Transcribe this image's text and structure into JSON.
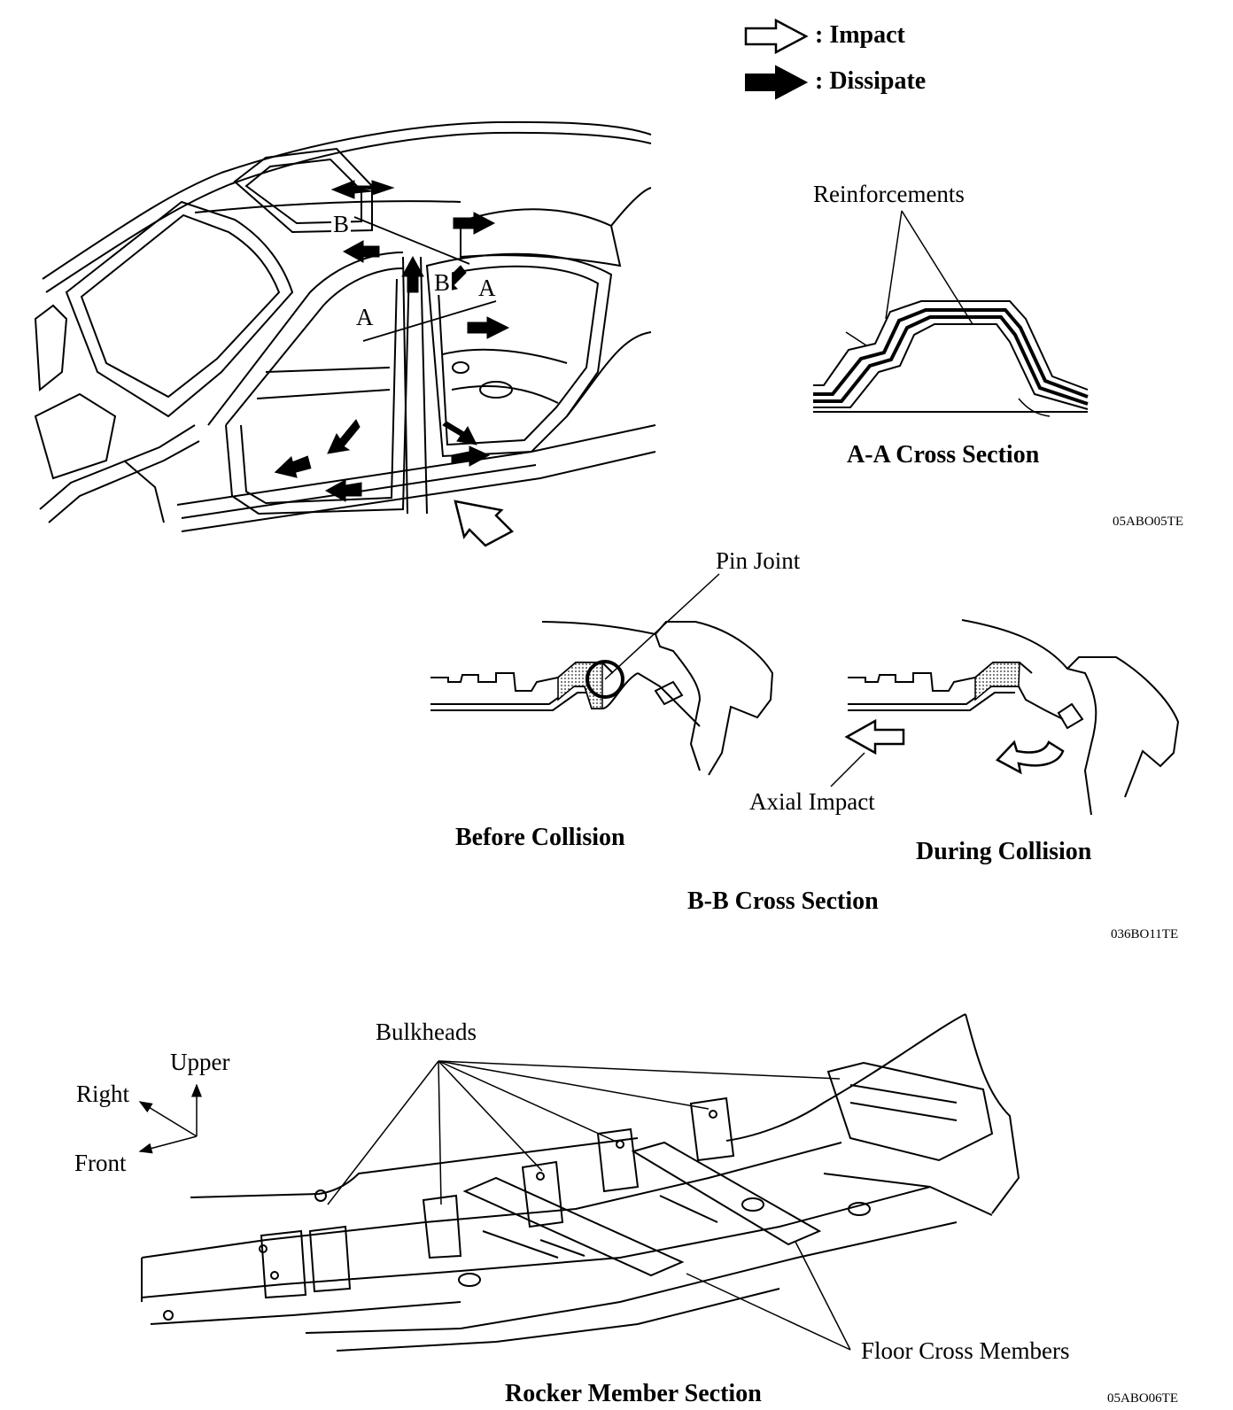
{
  "legend": {
    "impact_label": ": Impact",
    "dissipate_label": ": Dissipate"
  },
  "section_labels": {
    "point_a_left": "A",
    "point_a_right": "A",
    "point_b_left": "B",
    "point_b_right": "B"
  },
  "aa_section": {
    "callout": "Reinforcements",
    "title": "A-A Cross Section",
    "figure_code": "05ABO05TE"
  },
  "bb_section": {
    "callout_pin": "Pin Joint",
    "callout_axial": "Axial Impact",
    "before_title": "Before Collision",
    "during_title": "During Collision",
    "title": "B-B Cross Section",
    "figure_code": "036BO11TE"
  },
  "rocker": {
    "callout_bulkheads": "Bulkheads",
    "callout_floor": "Floor Cross Members",
    "title": "Rocker Member Section",
    "figure_code": "05ABO06TE"
  },
  "orientation": {
    "upper": "Upper",
    "right": "Right",
    "front": "Front"
  },
  "colors": {
    "ink": "#000000",
    "paper": "#ffffff",
    "hatch": "#555555"
  }
}
